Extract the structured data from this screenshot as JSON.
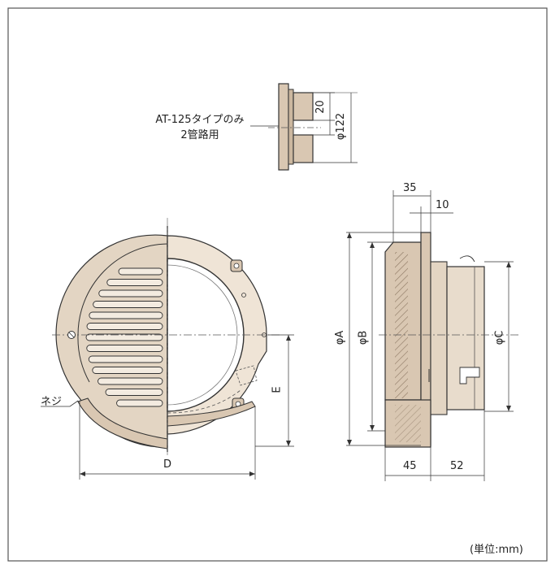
{
  "note": {
    "line1": "AT-125タイプのみ",
    "line2": "2管路用"
  },
  "labels": {
    "phi_a": "φA",
    "phi_b": "φB",
    "phi_c": "φC",
    "phi_122": "φ122",
    "d": "D",
    "e": "E",
    "neji": "ネジ",
    "unit": "(単位:mm)"
  },
  "dimensions": {
    "d20": "20",
    "d35": "35",
    "d10": "10",
    "d45": "45",
    "d52": "52"
  },
  "colors": {
    "line": "#333333",
    "body": "#d9c7b2",
    "body_dark": "#b99f82",
    "frame": "#555555"
  }
}
